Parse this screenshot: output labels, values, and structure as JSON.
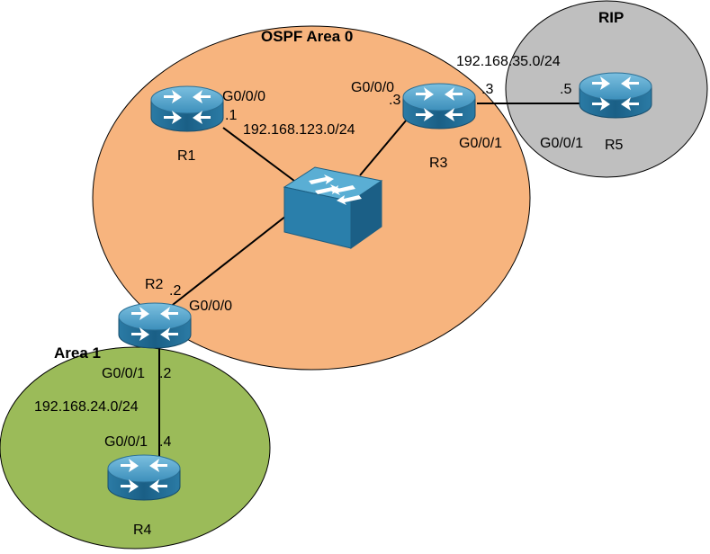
{
  "zones": {
    "ospf_area0": {
      "label": "OSPF Area 0",
      "color": "#f7b47e"
    },
    "area1": {
      "label": "Area 1",
      "color": "#9bbb59"
    },
    "rip": {
      "label": "RIP",
      "color": "#bfbfbf"
    }
  },
  "devices": {
    "r1": {
      "name": "R1",
      "type": "router"
    },
    "r2": {
      "name": "R2",
      "type": "router"
    },
    "r3": {
      "name": "R3",
      "type": "router"
    },
    "r4": {
      "name": "R4",
      "type": "router"
    },
    "r5": {
      "name": "R5",
      "type": "router"
    },
    "sw": {
      "type": "switch"
    }
  },
  "networks": {
    "lan_123": "192.168.123.0/24",
    "link_35": "192.168.35.0/24",
    "link_24": "192.168.24.0/24"
  },
  "interfaces": {
    "r1_g000": "G0/0/0",
    "r1_ip": ".1",
    "r3_g000": "G0/0/0",
    "r3_ip_lan": ".3",
    "r3_g001": "G0/0/1",
    "r3_ip_rip": ".3",
    "r5_g001": "G0/0/1",
    "r5_ip": ".5",
    "r2_ip_lan": ".2",
    "r2_g000": "G0/0/0",
    "r2_g001": "G0/0/1",
    "r2_ip_area1": ".2",
    "r4_g001": "G0/0/1",
    "r4_ip": ".4"
  },
  "colors": {
    "router_top": "#4f9fc6",
    "router_side": "#1e6b94",
    "switch_top": "#56a6cc",
    "switch_side": "#1f6f99",
    "link": "#000000"
  }
}
